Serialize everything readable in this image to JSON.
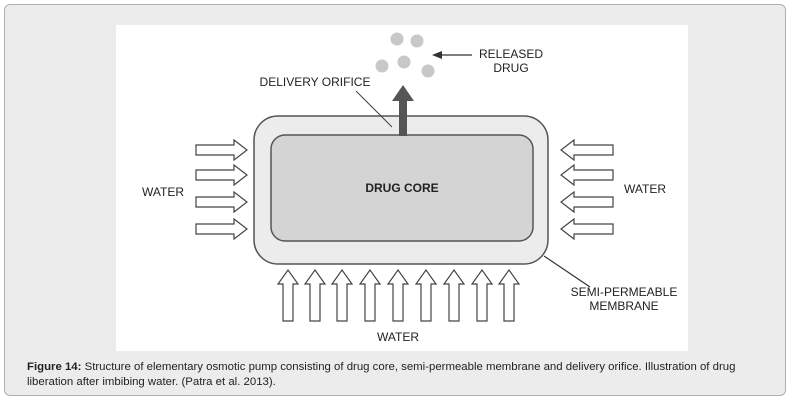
{
  "diagram": {
    "labels": {
      "released_drug_line1": "RELEASED",
      "released_drug_line2": "DRUG",
      "delivery_orifice": "DELIVERY ORIFICE",
      "water_left": "WATER",
      "water_right": "WATER",
      "water_bottom": "WATER",
      "drug_core": "DRUG CORE",
      "membrane_line1": "SEMI-PERMEABLE",
      "membrane_line2": "MEMBRANE"
    },
    "colors": {
      "membrane_fill": "#ececec",
      "core_fill": "#d4d4d4",
      "outline": "#555555",
      "orifice_arrow": "#555555",
      "drug_particle": "#c8c8c8"
    }
  },
  "caption": {
    "label": "Figure 14:",
    "text": " Structure of elementary osmotic pump consisting of drug core, semi-permeable membrane and delivery orifice. Illustration of drug liberation after imbibing water. (Patra et al. 2013)."
  }
}
